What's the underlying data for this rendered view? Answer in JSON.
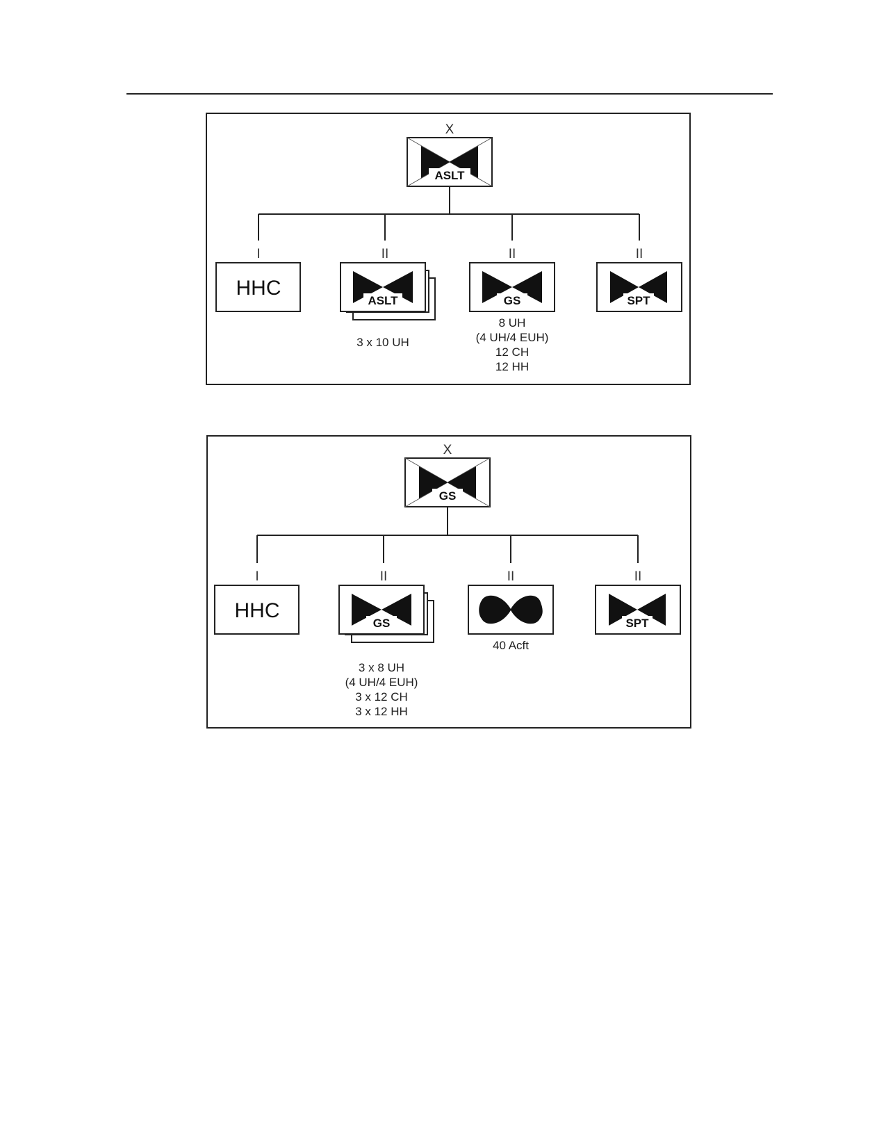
{
  "diagram_1": {
    "hq": {
      "echelon": "X",
      "label": "ASLT"
    },
    "units": [
      {
        "echelon": "I",
        "label": "HHC",
        "caption": []
      },
      {
        "echelon": "II",
        "label": "ASLT",
        "caption": [
          "3 x 10 UH"
        ]
      },
      {
        "echelon": "II",
        "label": "GS",
        "caption": [
          "8 UH",
          "(4 UH/4 EUH)",
          "12 CH",
          "12 HH"
        ]
      },
      {
        "echelon": "II",
        "label": "SPT",
        "caption": []
      }
    ]
  },
  "diagram_2": {
    "hq": {
      "echelon": "X",
      "label": "GS"
    },
    "units": [
      {
        "echelon": "I",
        "label": "HHC",
        "caption": []
      },
      {
        "echelon": "II",
        "label": "GS",
        "caption": [
          "3 x 8 UH",
          "(4 UH/4 EUH)",
          "3 x 12 CH",
          "3 x 12 HH"
        ]
      },
      {
        "echelon": "II",
        "label": "",
        "caption": [
          "40 Acft"
        ]
      },
      {
        "echelon": "II",
        "label": "SPT",
        "caption": []
      }
    ]
  }
}
